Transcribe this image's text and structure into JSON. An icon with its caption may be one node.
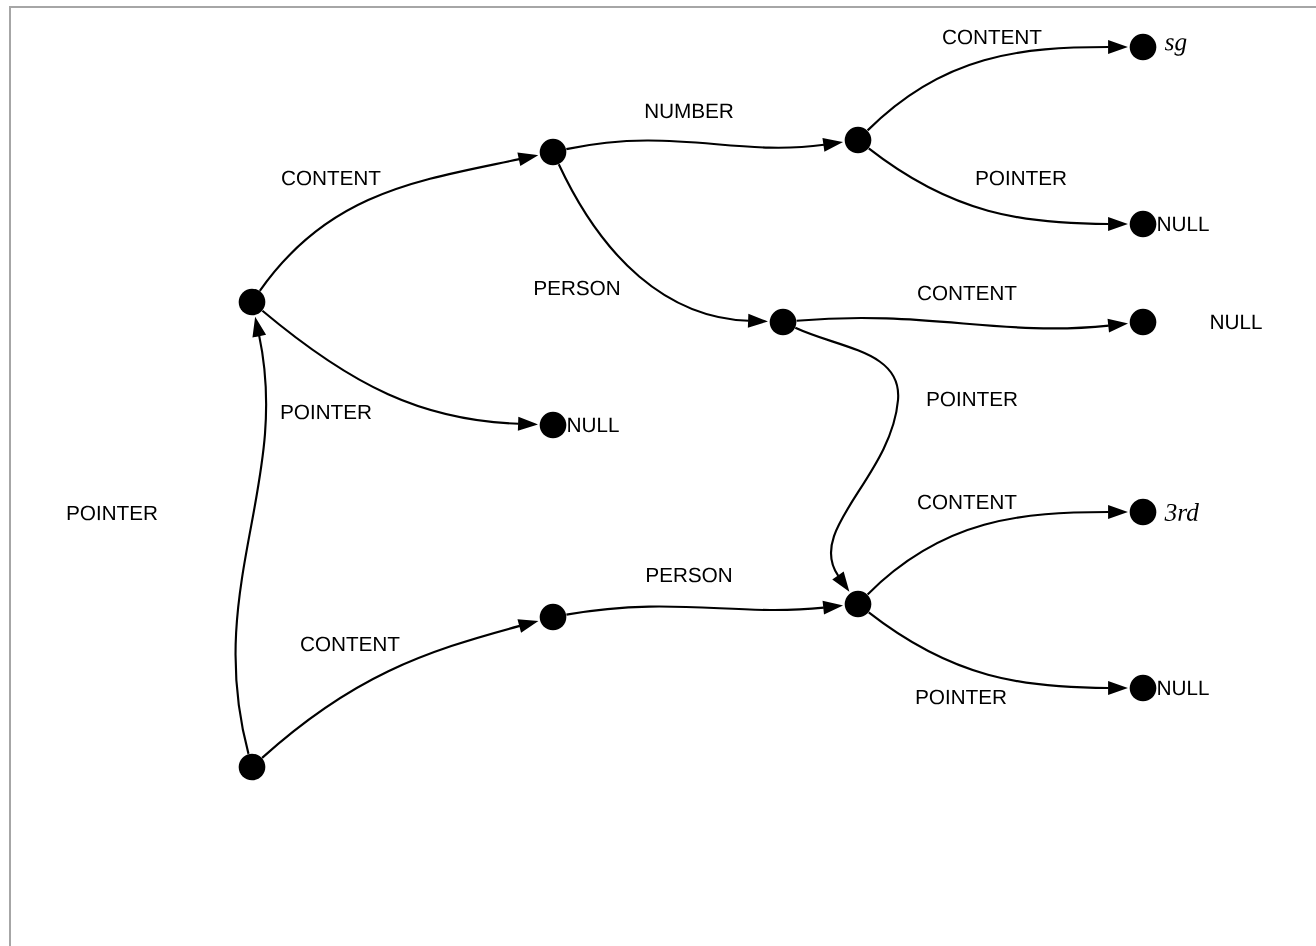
{
  "diagram": {
    "nodes": [
      {
        "text": [],
        "shape": "circle"
      },
      {
        "text": [],
        "shape": "circle"
      },
      {
        "text": [],
        "shape": "circle"
      },
      {
        "text": [],
        "shape": "circle",
        "beside": [
          "NULL"
        ]
      },
      {
        "text": [],
        "shape": "circle"
      },
      {
        "text": [],
        "shape": "circle"
      },
      {
        "text": [],
        "shape": "circle",
        "beside": [
          "sg"
        ]
      },
      {
        "text": [],
        "shape": "circle",
        "beside": [
          "NULL"
        ]
      },
      {
        "text": [],
        "shape": "circle"
      },
      {
        "text": [],
        "shape": "circle",
        "beside": [
          "NULL"
        ]
      },
      {
        "text": [],
        "shape": "circle"
      },
      {
        "text": [],
        "shape": "circle",
        "beside": [
          "3rd"
        ]
      },
      {
        "text": [],
        "shape": "circle",
        "beside": [
          "NULL"
        ]
      }
    ],
    "edges": [
      {
        "from": 0,
        "to": 1,
        "arrow": "to",
        "label": "POINTER"
      },
      {
        "from": 1,
        "to": 2,
        "arrow": "to",
        "label": "CONTENT"
      },
      {
        "from": 1,
        "to": 3,
        "arrow": "to",
        "label": "POINTER"
      },
      {
        "from": 0,
        "to": 4,
        "arrow": "to",
        "label": "CONTENT"
      },
      {
        "from": 2,
        "to": 5,
        "arrow": "to",
        "label": "NUMBER"
      },
      {
        "from": 2,
        "to": 8,
        "arrow": "to",
        "label": "PERSON"
      },
      {
        "from": 5,
        "to": 6,
        "arrow": "to",
        "label": "CONTENT"
      },
      {
        "from": 5,
        "to": 7,
        "arrow": "to",
        "label": "POINTER"
      },
      {
        "from": 8,
        "to": 9,
        "arrow": "to",
        "label": "CONTENT"
      },
      {
        "from": 8,
        "to": 10,
        "arrow": "to",
        "label": "POINTER"
      },
      {
        "from": 4,
        "to": 10,
        "arrow": "to",
        "label": "PERSON"
      },
      {
        "from": 10,
        "to": 11,
        "arrow": "to",
        "label": "CONTENT"
      },
      {
        "from": 10,
        "to": 12,
        "arrow": "to",
        "label": "POINTER"
      }
    ]
  }
}
